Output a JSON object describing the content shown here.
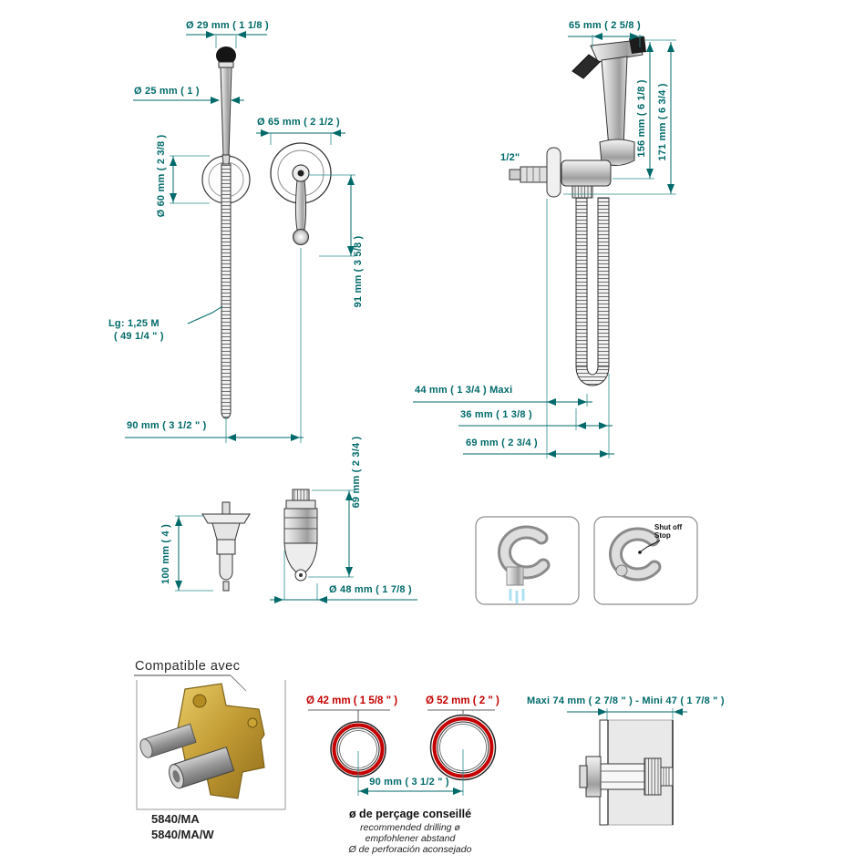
{
  "colors": {
    "dimension": "#006969",
    "accent_red": "#c40000",
    "line": "#333333",
    "brass": "#c19a33"
  },
  "front_view": {
    "dia29": "Ø 29 mm ( 1 1/8 )",
    "dia25": "Ø 25 mm ( 1 )",
    "dia60": "Ø 60 mm ( 2 3/8 )",
    "hose_length_line1": "Lg: 1,25 M",
    "hose_length_line2": "( 49 1/4 \" )",
    "span90": "90 mm ( 3 1/2 \" )"
  },
  "plate_view": {
    "dia65": "Ø 65 mm ( 2 1/2 )",
    "h91": "91 mm ( 3 5/8 )"
  },
  "side_view": {
    "w65": "65 mm ( 2 5/8 )",
    "h156": "156 mm ( 6 1/8 )",
    "h171": "171 mm ( 6 3/4 )",
    "inlet": "1/2\"",
    "d44": "44 mm ( 1 3/4 )  Maxi",
    "d36": "36 mm ( 1 3/8 )",
    "d69": "69 mm ( 2 3/4 )"
  },
  "valve_sections": {
    "h100": "100 mm ( 4 )",
    "h69": "69 mm ( 2 3/4 )",
    "dia48": "Ø 48 mm ( 1 7/8 )"
  },
  "bracket_details": {
    "shutoff_line1": "Shut off",
    "shutoff_line2": "Stop"
  },
  "compatible": {
    "title": "Compatible avec",
    "model1": "5840/MA",
    "model2": "5840/MA/W"
  },
  "drilling": {
    "dia42": "Ø 42 mm ( 1 5/8 \" )",
    "dia52": "Ø 52 mm ( 2 \" )",
    "span90": "90 mm ( 3 1/2 \" )",
    "note_fr": "ø de perçage conseillé",
    "note_en": "recommended drilling ø",
    "note_de": "empfohlener abstand",
    "note_es": "Ø de perforación aconsejado"
  },
  "wall_section": {
    "range": "Maxi 74 mm ( 2 7/8 \" )  - Mini 47 ( 1 7/8 \" )"
  }
}
